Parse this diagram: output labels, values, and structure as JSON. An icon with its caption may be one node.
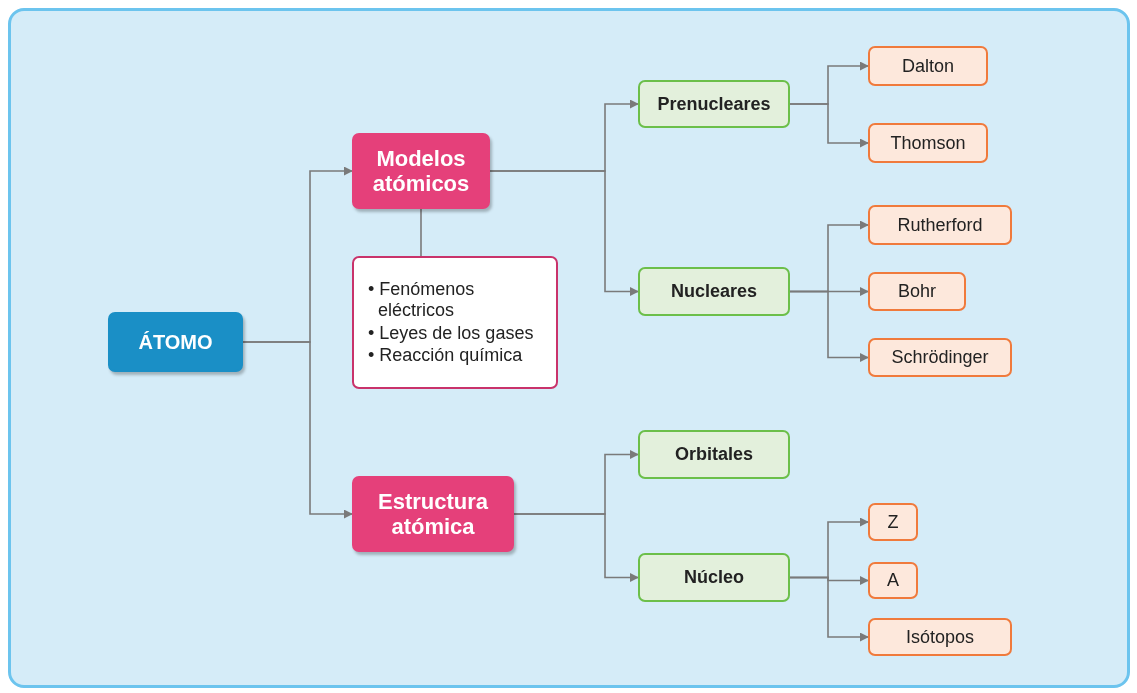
{
  "diagram": {
    "nodes": [
      {
        "text": [
          "ÁTOMO"
        ]
      },
      {
        "text": [
          "Modelos atómicos"
        ]
      },
      {
        "text": [
          "• Fenómenos eléctricos",
          "• Leyes de los gases",
          "• Reacción química"
        ]
      },
      {
        "text": [
          "Estructura atómica"
        ]
      },
      {
        "text": [
          "Prenucleares"
        ]
      },
      {
        "text": [
          "Nucleares"
        ]
      },
      {
        "text": [
          "Orbitales"
        ]
      },
      {
        "text": [
          "Núcleo"
        ]
      },
      {
        "text": [
          "Dalton"
        ]
      },
      {
        "text": [
          "Thomson"
        ]
      },
      {
        "text": [
          "Rutherford"
        ]
      },
      {
        "text": [
          "Bohr"
        ]
      },
      {
        "text": [
          "Schrödinger"
        ]
      },
      {
        "text": [
          "Z"
        ]
      },
      {
        "text": [
          "A"
        ]
      },
      {
        "text": [
          "Isótopos"
        ]
      }
    ],
    "edges": [
      {
        "from": 0,
        "to": 1,
        "arrow": "to"
      },
      {
        "from": 0,
        "to": 3,
        "arrow": "to"
      },
      {
        "from": 1,
        "to": 2,
        "arrow": "none"
      },
      {
        "from": 1,
        "to": 4,
        "arrow": "to"
      },
      {
        "from": 1,
        "to": 5,
        "arrow": "to"
      },
      {
        "from": 3,
        "to": 6,
        "arrow": "to"
      },
      {
        "from": 3,
        "to": 7,
        "arrow": "to"
      },
      {
        "from": 4,
        "to": 8,
        "arrow": "to"
      },
      {
        "from": 4,
        "to": 9,
        "arrow": "to"
      },
      {
        "from": 5,
        "to": 10,
        "arrow": "to"
      },
      {
        "from": 5,
        "to": 11,
        "arrow": "to"
      },
      {
        "from": 5,
        "to": 12,
        "arrow": "to"
      },
      {
        "from": 7,
        "to": 13,
        "arrow": "to"
      },
      {
        "from": 7,
        "to": 14,
        "arrow": "to"
      },
      {
        "from": 7,
        "to": 15,
        "arrow": "to"
      }
    ]
  }
}
